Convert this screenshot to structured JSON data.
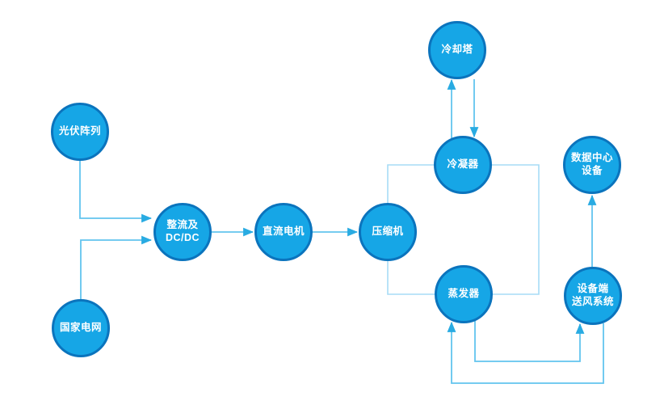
{
  "diagram": {
    "title": "",
    "background": "#ffffff",
    "colors": {
      "node_fill": "#16a6e6",
      "node_border": "#0b74bd",
      "node_text": "#ffffff",
      "connector": "#62c4ee",
      "connector_light": "#a7dcf6",
      "arrowhead": "#29abe2"
    },
    "nodes": {
      "pv": {
        "label": "光伏阵列",
        "line1": "光伏阵列"
      },
      "grid": {
        "label": "国家电网",
        "line1": "国家电网"
      },
      "rectifier": {
        "label": "整流及DC/DC",
        "line1": "整流及",
        "line2": "DC/DC"
      },
      "dc_motor": {
        "label": "直流电机",
        "line1": "直流电机"
      },
      "compressor": {
        "label": "压缩机",
        "line1": "压缩机"
      },
      "cooling_tower": {
        "label": "冷却塔",
        "line1": "冷却塔"
      },
      "condenser": {
        "label": "冷凝器",
        "line1": "冷凝器"
      },
      "evaporator": {
        "label": "蒸发器",
        "line1": "蒸发器"
      },
      "dc_equipment": {
        "label": "数据中心设备",
        "line1": "数据中心",
        "line2": "设备"
      },
      "air_supply": {
        "label": "设备端送风系统",
        "line1": "设备端",
        "line2": "送风系统"
      }
    },
    "edges": [
      {
        "from": "光伏阵列",
        "to": "整流及DC/DC",
        "type": "arrow"
      },
      {
        "from": "国家电网",
        "to": "整流及DC/DC",
        "type": "arrow"
      },
      {
        "from": "整流及DC/DC",
        "to": "直流电机",
        "type": "arrow"
      },
      {
        "from": "直流电机",
        "to": "压缩机",
        "type": "arrow"
      },
      {
        "from": "压缩机",
        "to": "冷凝器",
        "type": "line"
      },
      {
        "from": "冷凝器",
        "to": "蒸发器",
        "type": "line"
      },
      {
        "from": "蒸发器",
        "to": "压缩机",
        "type": "line"
      },
      {
        "from": "冷凝器",
        "to": "冷却塔",
        "type": "arrow"
      },
      {
        "from": "冷却塔",
        "to": "冷凝器",
        "type": "arrow"
      },
      {
        "from": "蒸发器",
        "to": "设备端送风系统",
        "type": "arrow"
      },
      {
        "from": "设备端送风系统",
        "to": "蒸发器",
        "type": "arrow"
      },
      {
        "from": "设备端送风系统",
        "to": "数据中心设备",
        "type": "arrow"
      }
    ]
  }
}
